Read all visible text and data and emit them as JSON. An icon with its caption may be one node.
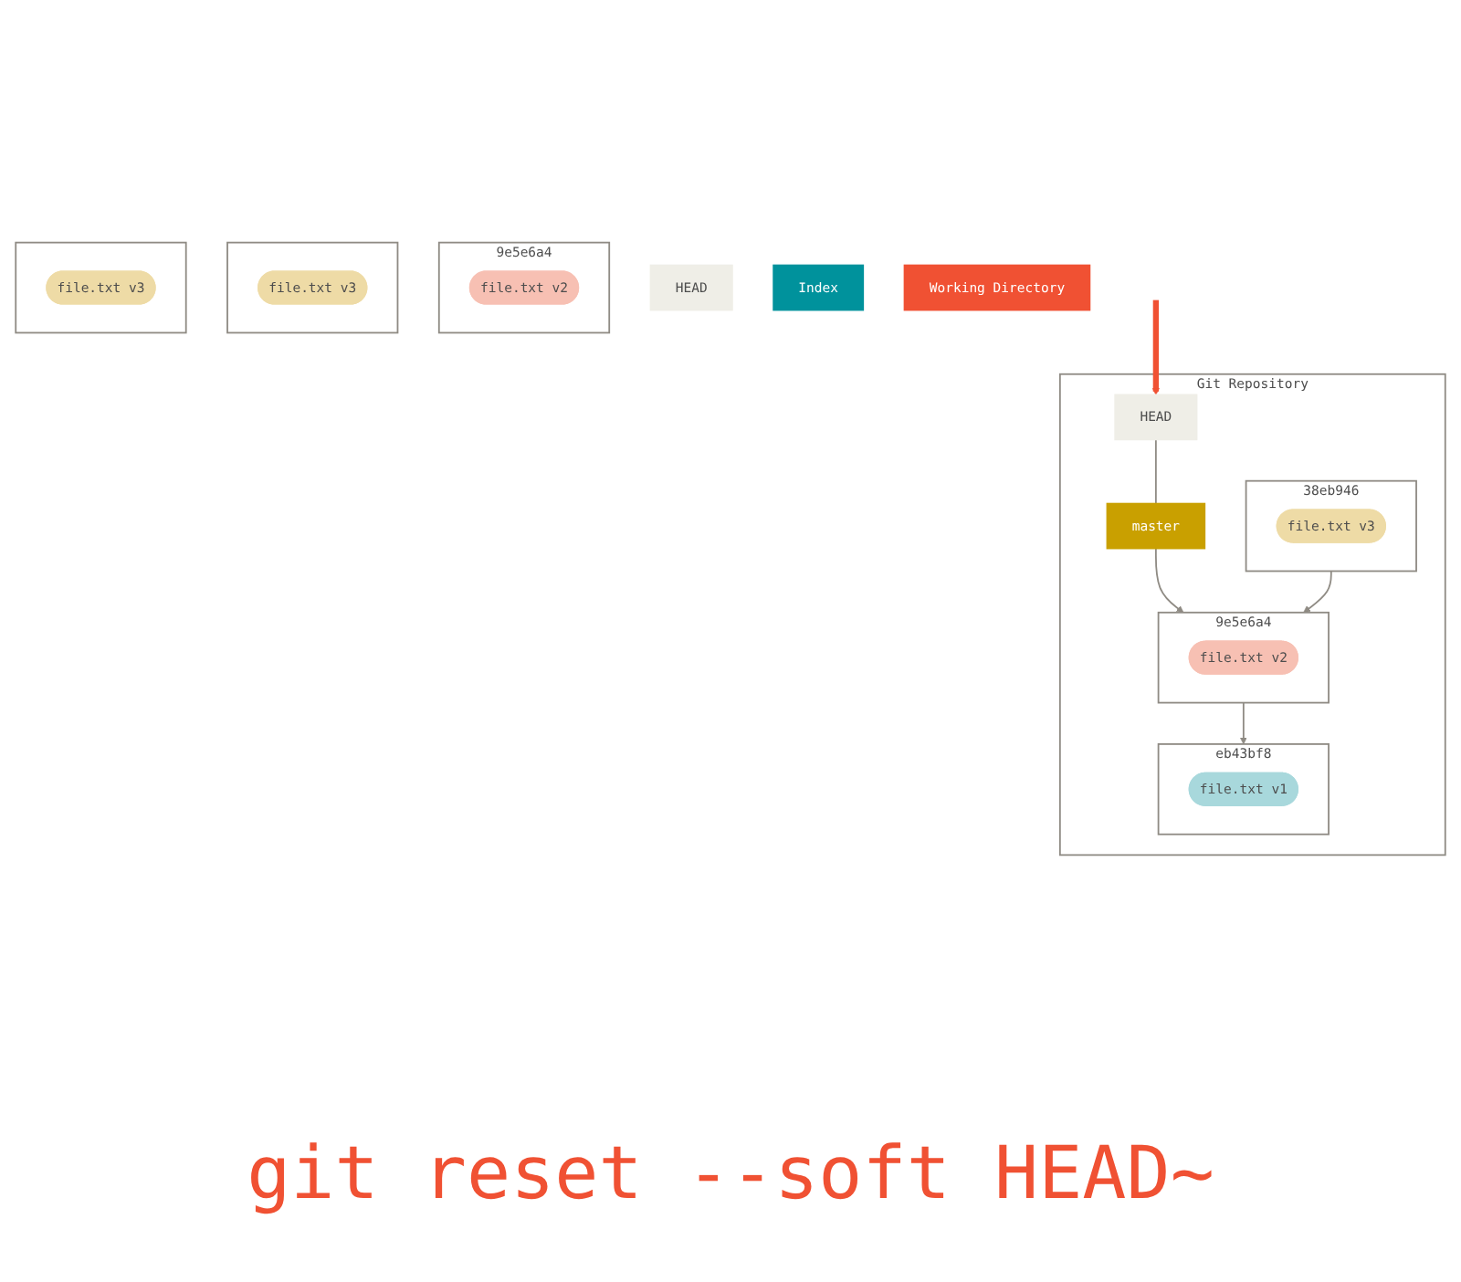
{
  "diagram": {
    "caption": "git reset --soft HEAD~",
    "nodes": [
      {
        "text": [
          "Git Repository"
        ]
      },
      {
        "text": [
          "HEAD"
        ],
        "in": 0
      },
      {
        "text": [
          "master"
        ],
        "in": 0
      },
      {
        "text": [
          "eb43bf8"
        ],
        "in": 0
      },
      {
        "text": [
          "file.txt v1"
        ],
        "in": 3
      },
      {
        "text": [
          "9e5e6a4"
        ],
        "in": 0
      },
      {
        "text": [
          "file.txt v2"
        ],
        "in": 5
      },
      {
        "text": [
          "38eb946"
        ],
        "in": 0
      },
      {
        "text": [
          "file.txt v3"
        ],
        "in": 7
      },
      {
        "text": [
          "HEAD"
        ]
      },
      {
        "text": [
          "9e5e6a4"
        ]
      },
      {
        "text": [
          "file.txt v2"
        ],
        "in": 10
      },
      {
        "text": [
          "Index"
        ]
      },
      {
        "text": [],
        "shape": "box"
      },
      {
        "text": [
          "file.txt v3"
        ],
        "in": 13
      },
      {
        "text": [
          "Working Directory"
        ]
      },
      {
        "text": [],
        "shape": "box"
      },
      {
        "text": [
          "file.txt v3"
        ],
        "in": 16
      }
    ],
    "edges": [
      {
        "from": 1,
        "to": 2,
        "arrow": "none"
      },
      {
        "from": 2,
        "to": 5,
        "arrow": "to"
      },
      {
        "from": 5,
        "to": 3,
        "arrow": "to"
      },
      {
        "from": 7,
        "to": 5,
        "arrow": "to"
      },
      {
        "from": null,
        "to": 1,
        "arrow": "to",
        "style": "thick",
        "color": "#f05133"
      }
    ]
  }
}
